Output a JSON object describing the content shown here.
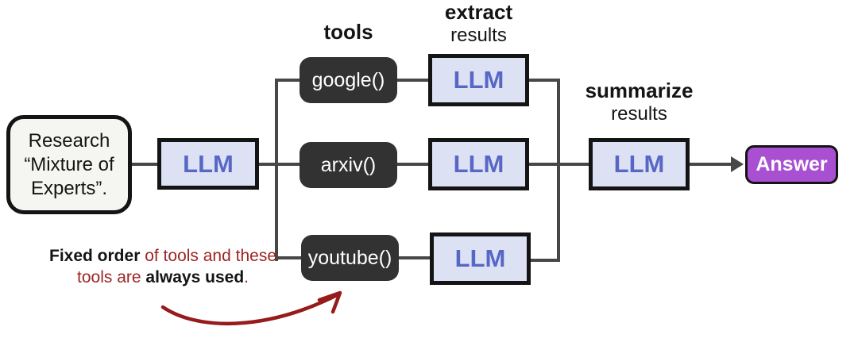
{
  "title": "Fixed-order tool pipeline diagram",
  "input_box": {
    "text": "Research\n“Mixture of\nExperts”."
  },
  "llm": {
    "label": "LLM"
  },
  "headings": {
    "tools": "tools",
    "extract": {
      "line1": "extract",
      "line2": "results"
    },
    "summarize": {
      "line1": "summarize",
      "line2": "results"
    }
  },
  "tools": [
    {
      "label": "google()"
    },
    {
      "label": "arxiv()"
    },
    {
      "label": "youtube()"
    }
  ],
  "answer": {
    "label": "Answer"
  },
  "annotation": {
    "bold1": "Fixed order",
    "red1": " of tools and these",
    "red2": "tools are ",
    "bold2": "always used",
    "red3": "."
  },
  "colors": {
    "input_bg": "#f5f5f2",
    "llm_bg": "#dde1f4",
    "llm_text": "#5767c6",
    "tool_bg": "#323232",
    "tool_text": "#ffffff",
    "answer_bg": "#a950d2",
    "line": "#474747",
    "border": "#141414",
    "annotation_red": "#9e2424",
    "arrow_red": "#961b1b"
  }
}
